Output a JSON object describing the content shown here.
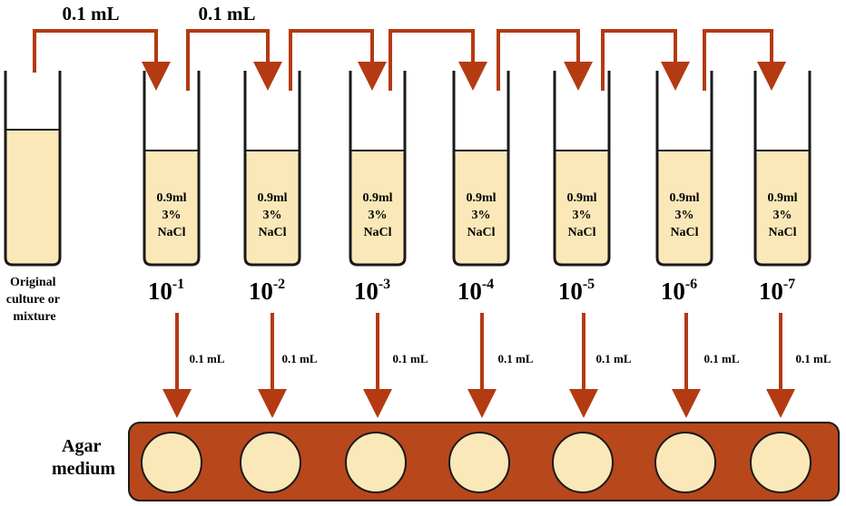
{
  "top_labels": [
    "0.1 mL",
    "0.1 mL"
  ],
  "original": {
    "lines": [
      "Original",
      "culture or",
      "mixture"
    ]
  },
  "tube_contents": [
    "0.9ml",
    "3%",
    "NaCl"
  ],
  "dilutions": [
    {
      "base": "10",
      "exp": "-1"
    },
    {
      "base": "10",
      "exp": "-2"
    },
    {
      "base": "10",
      "exp": "-3"
    },
    {
      "base": "10",
      "exp": "-4"
    },
    {
      "base": "10",
      "exp": "-5"
    },
    {
      "base": "10",
      "exp": "-6"
    },
    {
      "base": "10",
      "exp": "-7"
    }
  ],
  "transfer_label": "0.1 mL",
  "agar": {
    "lines": [
      "Agar",
      "medium"
    ]
  },
  "colors": {
    "arrow": "#b43a12",
    "liquid": "#fbe8b8",
    "tube_outline": "#1a1a1a",
    "agar_band": "#b8471c",
    "plate": "#fbe8b8"
  }
}
